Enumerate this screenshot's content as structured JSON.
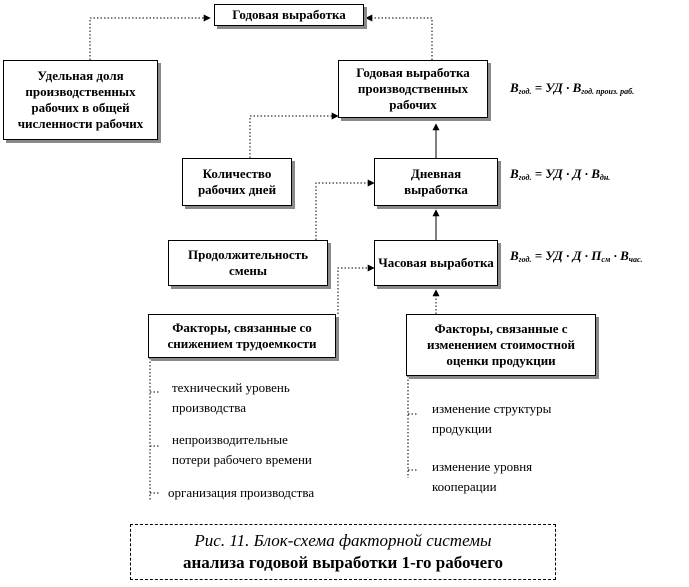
{
  "boxes": {
    "annual_output": "Годовая выработка",
    "share_of_workers": "Удельная доля производственных рабочих в общей численности рабочих",
    "annual_output_production": "Годовая выработка производственных рабочих",
    "working_days": "Количество рабочих дней",
    "daily_output": "Дневная выработка",
    "shift_duration": "Продолжительность смены",
    "hourly_output": "Часовая выработка",
    "labor_intensity_factors": "Факторы, связанные со снижением трудоемкости",
    "cost_valuation_factors": "Факторы, связанные с изменением стоимостной оценки продукции"
  },
  "formulas": {
    "f1": {
      "lhs": "В",
      "lhs_sub": "год.",
      "rhs": " = УД · В",
      "rhs_sub": "год. произ. раб."
    },
    "f2": {
      "lhs": "В",
      "lhs_sub": "год.",
      "rhs": " = УД · Д · В",
      "rhs_sub": "дн."
    },
    "f3": {
      "lhs": "В",
      "lhs_sub": "год.",
      "rhs": " = УД · Д · П",
      "rhs_sub": "см",
      "tail": " · В",
      "tail_sub": "час."
    }
  },
  "labor_items": [
    "технический уровень",
    "производства",
    "непроизводительные",
    "потери рабочего времени",
    "организация производства"
  ],
  "cost_items": [
    "изменение структуры",
    "продукции",
    "изменение уровня",
    "кооперации"
  ],
  "caption": {
    "line1": "Рис. 11. Блок-схема факторной системы",
    "line2": "анализа годовой выработки 1-го рабочего"
  }
}
